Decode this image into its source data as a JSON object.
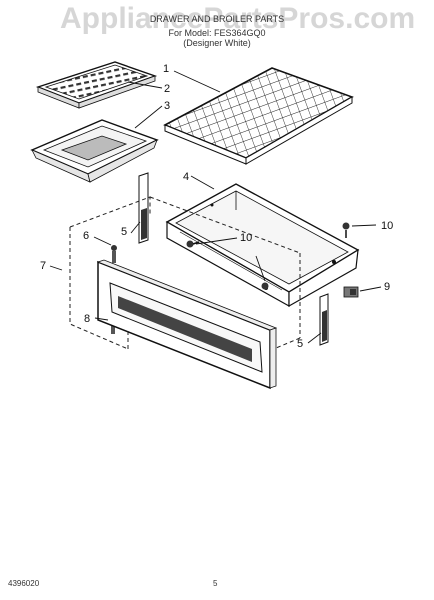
{
  "watermark": "AppliancePartsPros.com",
  "header": {
    "title": "DRAWER AND BROILER PARTS",
    "model": "For Model: FES364GQ0",
    "designer": "(Designer White)"
  },
  "callouts": [
    "1",
    "2",
    "3",
    "4",
    "5",
    "6",
    "7",
    "8",
    "5",
    "10",
    "10",
    "9"
  ],
  "footer": {
    "doc_number": "4396020",
    "page_number": "5"
  }
}
